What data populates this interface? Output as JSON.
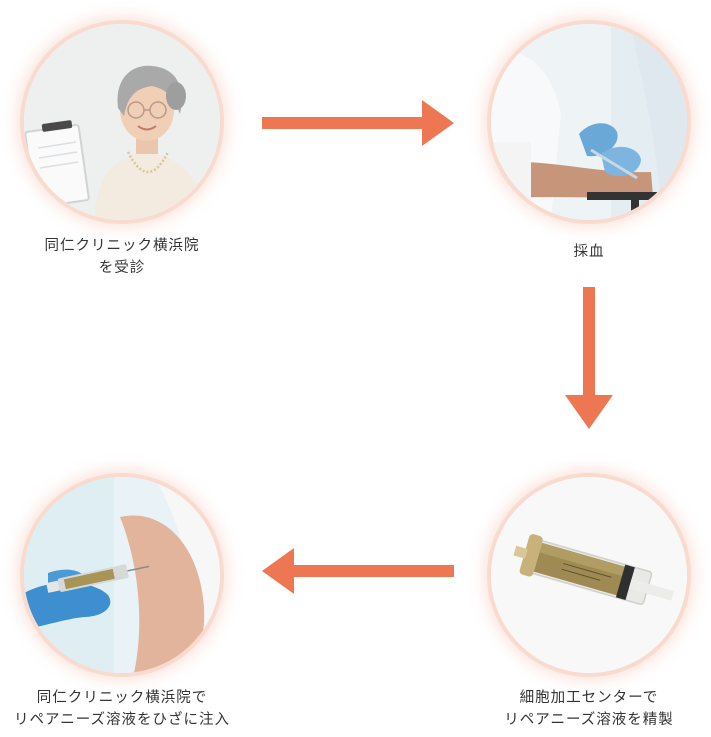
{
  "accent_color": "#ee7753",
  "steps": [
    {
      "id": "visit",
      "image": "elderly-woman-at-reception-photo",
      "label_lines": [
        "同仁クリニック横浜院",
        "を受診"
      ]
    },
    {
      "id": "blood-draw",
      "image": "blood-draw-photo",
      "label_lines": [
        "採血"
      ]
    },
    {
      "id": "processing",
      "image": "syringe-with-solution-photo",
      "label_lines": [
        "細胞加工センターで",
        "リペアニーズ溶液を精製"
      ]
    },
    {
      "id": "injection",
      "image": "knee-injection-photo",
      "label_lines": [
        "同仁クリニック横浜院で",
        "リペアニーズ溶液をひざに注入"
      ]
    }
  ],
  "arrows": [
    "right-arrow",
    "down-arrow",
    "left-arrow"
  ]
}
